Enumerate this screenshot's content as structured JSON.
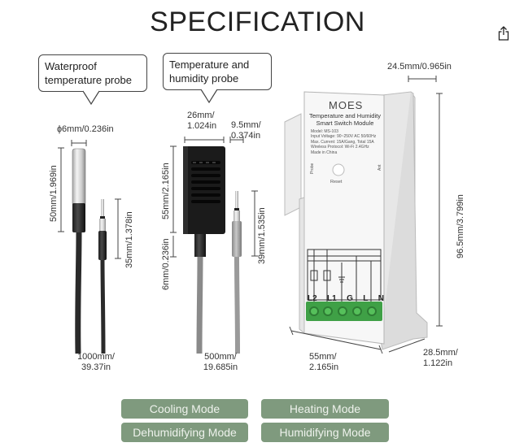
{
  "title": "SPECIFICATION",
  "callouts": {
    "waterproof": [
      "Waterproof",
      "temperature probe"
    ],
    "humidity": [
      "Temperature and",
      "humidity probe"
    ]
  },
  "probe1": {
    "diameter": "ɸ6mm/0.236in",
    "length": "50mm/1.969in",
    "plug": "35mm/1.378in",
    "cable": [
      "1000mm/",
      "39.37in"
    ]
  },
  "probe2": {
    "width": [
      "26mm/",
      "1.024in"
    ],
    "plug_width": [
      "9.5mm/",
      "0.374in"
    ],
    "height": "55mm/2.165in",
    "neck": "6mm/0.236in",
    "plug": "39mm/1.535in",
    "cable": [
      "500mm/",
      "19.685in"
    ]
  },
  "module": {
    "brand": "MOES",
    "name": [
      "Temperature and Humidity",
      "Smart Switch Module"
    ],
    "model": "Model: MS-103",
    "specs": [
      "Input Voltage: 90~250V AC 50/60Hz",
      "Max. Current: 15A/Gang, Total 15A",
      "Wireless Protocol: Wi-Fi 2.4GHz",
      "Made in China"
    ],
    "probe_label": "Probe",
    "ant_label": "Ant",
    "reset_label": "Reset",
    "terminals": [
      "L2",
      "L1",
      "G",
      "L",
      "N"
    ],
    "top_width": "24.5mm/0.965in",
    "height": "96.5mm/3.799in",
    "width": [
      "55mm/",
      "2.165in"
    ],
    "depth": [
      "28.5mm/",
      "1.122in"
    ]
  },
  "modes": {
    "cooling": "Cooling Mode",
    "heating": "Heating Mode",
    "dehumidifying": "Dehumidifying Mode",
    "humidifying": "Humidifying Mode"
  },
  "colors": {
    "mode_button": "#7f9a7e",
    "terminal_green": "#46a744"
  }
}
